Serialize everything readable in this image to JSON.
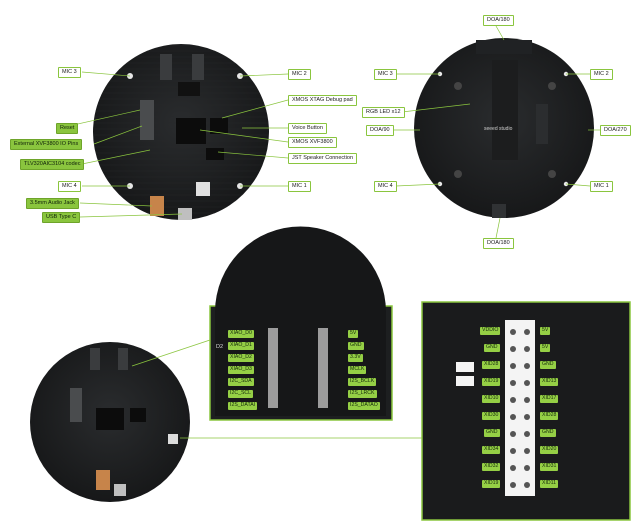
{
  "top_left_board": {
    "callouts": [
      "MIC 3",
      "MIC 2",
      "XMOS XTAG Debug pad",
      "Reset",
      "Voice Button",
      "External XVF3800 IO Pins",
      "XMOS XVF3800",
      "TLV320AIC3104 codec",
      "JST Speaker Connection",
      "MIC 4",
      "MIC 1",
      "3.5mm Audio Jack",
      "USB Type C"
    ]
  },
  "top_right_board": {
    "callouts": [
      "DOA/180",
      "MIC 3",
      "MIC 2",
      "RGB LED x12",
      "DOA/90",
      "DOA/270",
      "MIC 4",
      "MIC 1",
      "DOA/180"
    ],
    "silkscreen": "seeed studio"
  },
  "xiao_header": {
    "left_pins": [
      "XIAO_D0",
      "XIAO_D1",
      "XIAO_D2",
      "XIAO_D3",
      "I2C_SDA",
      "I2C_SCL",
      "I2S_DATAI"
    ],
    "right_pins": [
      "5V",
      "GND",
      "3.3V",
      "MCLK",
      "I2S_BCLK",
      "I2S_LRCK",
      "I2S_DATAO"
    ],
    "marker": "D2"
  },
  "io_header": {
    "left_pins": [
      "VDDIO",
      "GND",
      "XID28",
      "XID19",
      "XID10",
      "XID30",
      "GND",
      "XID34",
      "XID32",
      "XID19"
    ],
    "right_pins": [
      "5V",
      "5V",
      "GND",
      "XID13",
      "XID17",
      "XID28",
      "GND",
      "XID20",
      "XID31",
      "XID11"
    ]
  }
}
